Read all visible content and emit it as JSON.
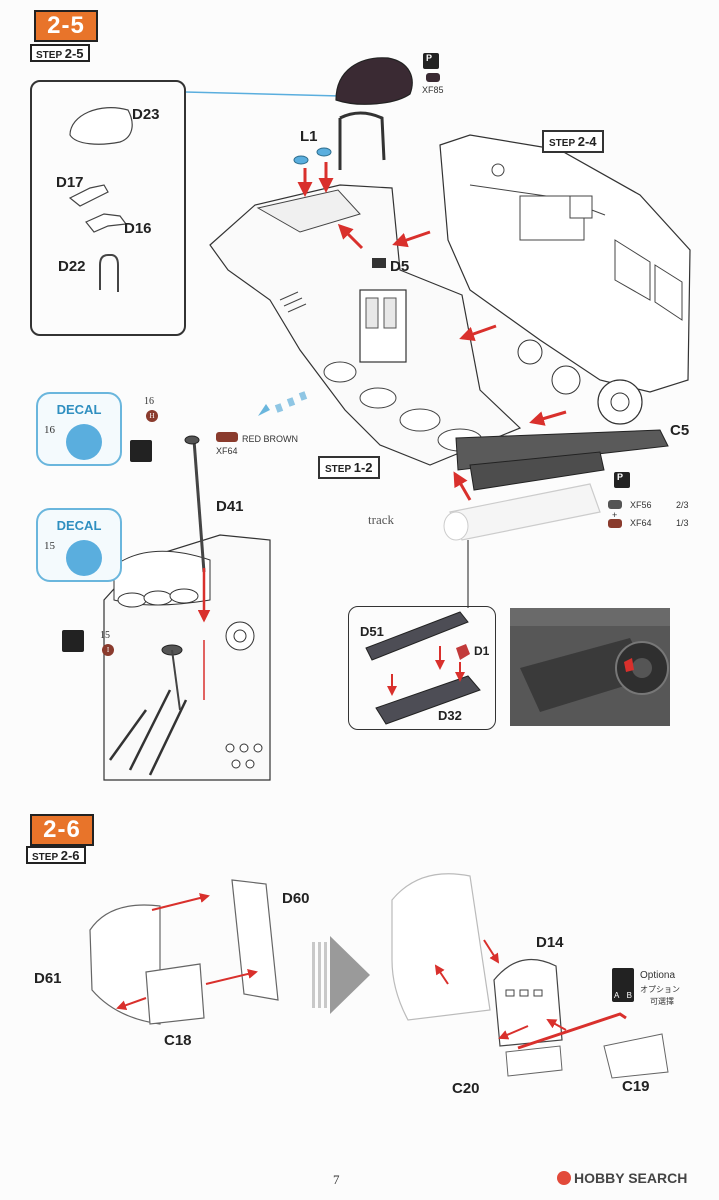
{
  "step_2_5": {
    "badge": "2-5",
    "sub_prefix": "STEP",
    "sub_num": "2-5"
  },
  "step_2_6": {
    "badge": "2-6",
    "sub_prefix": "STEP",
    "sub_num": "2-6"
  },
  "callout_parts": {
    "d23": "D23",
    "d17": "D17",
    "d16": "D16",
    "d22": "D22"
  },
  "main_parts": {
    "l1": "L1",
    "d5": "D5",
    "c5": "C5",
    "d41": "D41",
    "track": "track"
  },
  "step_refs": {
    "ref_2_4_prefix": "STEP",
    "ref_2_4_num": "2-4",
    "ref_1_2_prefix": "STEP",
    "ref_1_2_num": "1-2"
  },
  "paint": {
    "seat_code": "XF85",
    "lever_label": "RED BROWN",
    "lever_code": "XF64",
    "track_code_1": "XF56",
    "track_ratio_1": "2/3",
    "track_plus": "+",
    "track_code_2": "XF64",
    "track_ratio_2": "1/3",
    "p_mark": "P"
  },
  "decals": {
    "decal_a_title": "DECAL",
    "decal_a_num": "16",
    "decal_a_paint_num": "16",
    "decal_a_paint_letter": "H",
    "decal_b_title": "DECAL",
    "decal_b_num": "15",
    "decal_b_paint_num": "15",
    "decal_b_paint_letter": "I"
  },
  "sub_assembly": {
    "d51": "D51",
    "d1": "D1",
    "d32": "D32"
  },
  "step_2_6_parts": {
    "d60": "D60",
    "d61": "D61",
    "c18": "C18",
    "d14": "D14",
    "c20": "C20",
    "c19": "C19"
  },
  "optional": {
    "label_en": "Optiona",
    "label_jp": "オプション",
    "label_cn": "可選擇",
    "icon_a": "A",
    "icon_b": "B"
  },
  "footer": {
    "page_number": "7",
    "brand": "HOBBY SEARCH"
  },
  "colors": {
    "accent_orange": "#e8742a",
    "arrow_red": "#d9302c",
    "decal_blue": "#5aaede",
    "paint_brown": "#8a3b2d"
  }
}
